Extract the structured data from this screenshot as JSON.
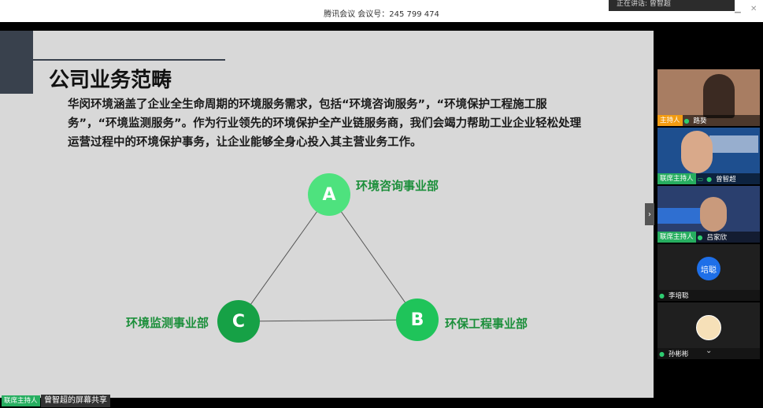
{
  "window": {
    "title": "腾讯会议 会议号：245 799 474",
    "speaking_label": "正在讲话: 曾智超"
  },
  "slide": {
    "heading": "公司业务范畴",
    "paragraph": "华闵环境涵盖了企业全生命周期的环境服务需求，包括“环境咨询服务”，“环境保护工程施工服务”，“环境监测服务”。作为行业领先的环境保护全产业链服务商，我们会竭力帮助工业企业轻松处理运营过程中的环境保护事务，让企业能够全身心投入其主营业务工作。",
    "nodes": [
      {
        "letter": "A",
        "label": "环境咨询事业部",
        "color": "#4ee27e"
      },
      {
        "letter": "B",
        "label": "环保工程事业部",
        "color": "#1fc45a"
      },
      {
        "letter": "C",
        "label": "环境监测事业部",
        "color": "#16a146"
      }
    ]
  },
  "participants": [
    {
      "name": "路葵",
      "badge": "主持人"
    },
    {
      "name": "曾智超",
      "badge": "联席主持人"
    },
    {
      "name": "吕家欣",
      "badge": "联席主持人"
    },
    {
      "name": "李培聪",
      "badge": "",
      "avatar_text": "培聪"
    },
    {
      "name": "孙彬彬",
      "badge": ""
    }
  ],
  "bottom": {
    "badge": "联席主持人",
    "share_text": "曾智超的屏幕共享"
  },
  "colors": {
    "host_badge": "#f39c12",
    "cohost_badge": "#27ae60",
    "label_green": "#1c8f3b"
  }
}
